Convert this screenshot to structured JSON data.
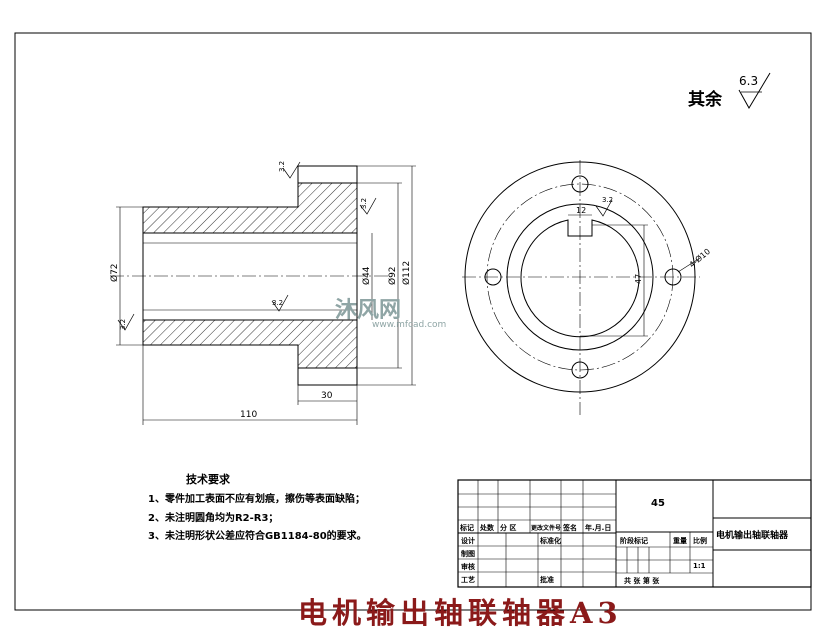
{
  "roughness": {
    "label": "其余",
    "value": "6.3"
  },
  "dimensions": {
    "overall_length": "110",
    "flange_width": "30",
    "bore": "Ø72",
    "hub_dia": "Ø44",
    "flange_inner": "Ø92",
    "flange_outer": "Ø112",
    "key_width": "12",
    "key_depth": "47",
    "holes": "4-Ø10",
    "rough_1": "3.2",
    "rough_2": "3.2",
    "rough_3": "3.2",
    "rough_4": "3.2",
    "rough_5": "3.2"
  },
  "tech_requirements": {
    "title": "技术要求",
    "items": [
      "1、零件加工表面不应有划痕，擦伤等表面缺陷；",
      "2、未注明圆角均为R2-R3；",
      "3、未注明形状公差应符合GB1184-80的要求。"
    ]
  },
  "title_block": {
    "material": "45",
    "part_name": "电机输出轴联轴器",
    "row_headers": [
      "标记",
      "处数",
      "分 区",
      "更改文件号",
      "签名",
      "年.月.日"
    ],
    "roles": [
      "设计",
      "制图",
      "审核",
      "工艺"
    ],
    "std": "标准化",
    "approve": "批准",
    "stage_mark": "阶段标记",
    "weight": "重量",
    "scale_label": "比例",
    "scale": "1:1",
    "sheets": "共    张    第    张"
  },
  "watermark": {
    "brand": "沐风网",
    "url": "www.mfcad.com"
  },
  "footer_title": "电机输出轴联轴器A3"
}
